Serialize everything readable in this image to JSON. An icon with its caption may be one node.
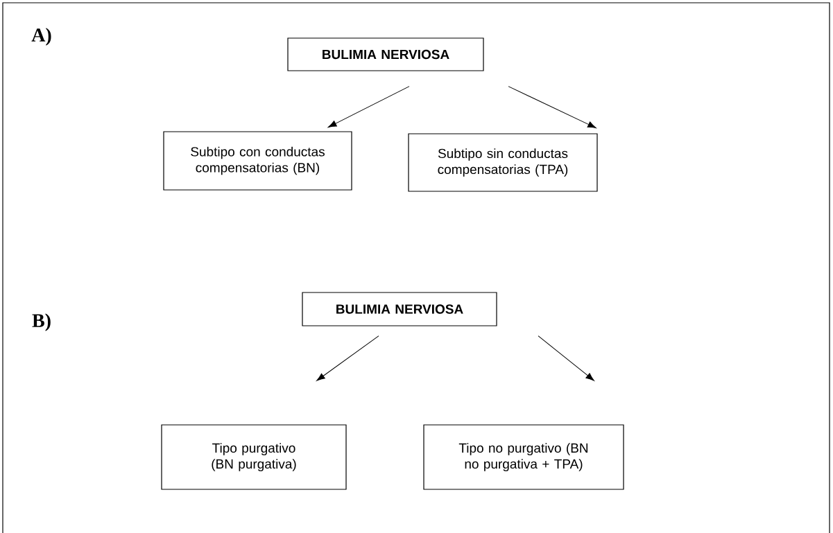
{
  "diagram": {
    "nodes": [
      {
        "text": [
          "BULIMIA NERVIOSA"
        ]
      },
      {
        "text": [
          "Subtipo con conductas compensatorias (BN)"
        ]
      },
      {
        "text": [
          "Subtipo sin conductas compensatorias (TPA)"
        ]
      },
      {
        "text": [
          "BULIMIA NERVIOSA"
        ]
      },
      {
        "text": [
          "Tipo purgativo (BN purgativa)"
        ]
      },
      {
        "text": [
          "Tipo no purgativo (BN no purgativa + TPA)"
        ]
      }
    ],
    "edges": [
      {
        "from": 0,
        "to": 1,
        "arrow": "to"
      },
      {
        "from": 0,
        "to": 2,
        "arrow": "to"
      },
      {
        "from": 3,
        "to": 4,
        "arrow": "to"
      },
      {
        "from": 3,
        "to": 5,
        "arrow": "to"
      }
    ],
    "labels": [
      "A)",
      "B)"
    ]
  }
}
